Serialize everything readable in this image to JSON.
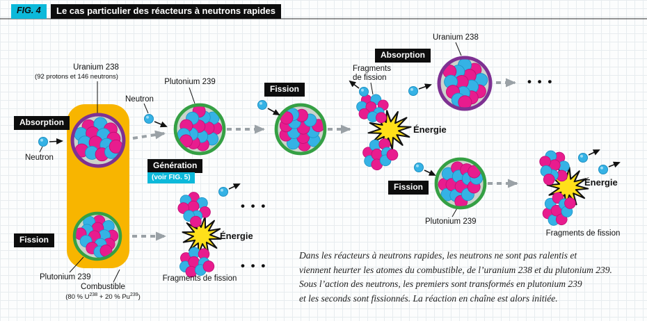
{
  "header": {
    "fig_label": "FIG. 4",
    "title": "Le cas particulier des réacteurs à neutrons rapides"
  },
  "combustible_block": {
    "uranium_title": "Uranium 238",
    "uranium_subtitle": "(92 protons et 146 neutrons)",
    "absorption_label": "Absorption",
    "neutron_label": "Neutron",
    "fission_label": "Fission",
    "plutonium_label": "Plutonium 239",
    "combustible_title": "Combustible",
    "formula": {
      "f1": "(80 % U",
      "f1_sup": "238",
      "f2": " + 20 % Pu",
      "f2_sup": "239",
      "f3": ")"
    }
  },
  "generation_chain": {
    "neutron_label": "Neutron",
    "plutonium_label": "Plutonium 239",
    "generation_label": "Génération",
    "voir_fig_label": "(voir FIG. 5)",
    "fission_label": "Fission",
    "energy_label": "Énergie"
  },
  "left_fission_products": {
    "energy_label": "Énergie",
    "fragments_label": "Fragments de fission",
    "ellipsis": "• • •"
  },
  "absorption_branch": {
    "absorption_label": "Absorption",
    "fragments_line1": "Fragments",
    "fragments_line2": "de fission",
    "uranium_label": "Uranium 238",
    "ellipsis": "• • •"
  },
  "fission_branch": {
    "fission_label": "Fission",
    "plutonium_label": "Plutonium 239",
    "energy_label": "Énergie",
    "fragments_label": "Fragments de fission"
  },
  "caption": {
    "lines": [
      "Dans les réacteurs à neutrons rapides, les neutrons ne sont pas ralentis et",
      "viennent heurter les atomes du combustible, de l’uranium 238 et du plutonium 239.",
      "Sous l’action des neutrons, les premiers sont transformés en plutonium 239",
      "et les seconds sont fissionnés. La réaction en chaîne est alors initiée."
    ]
  },
  "colors": {
    "accent_cyan": "#0cb9da",
    "label_black": "#0d0d0d",
    "fuel_yellow": "#f8b500",
    "proton_magenta": "#e81c8e",
    "neutron_blue": "#35b2e5",
    "uranium_ring_purple": "#7e3192",
    "plutonium_ring_green": "#35a044",
    "energy_yellow": "#ffe01a",
    "arrow_gray": "#9aa1a6"
  }
}
